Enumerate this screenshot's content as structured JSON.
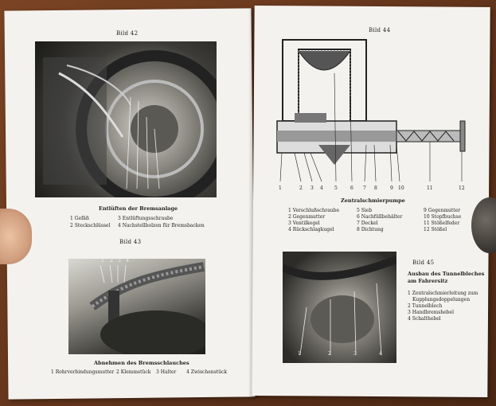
{
  "left_page": {
    "fig42_label": "Bild 42",
    "fig42_caption": "Entlüften der Bremsanlage",
    "fig42_legend": [
      "1 Gefäß",
      "2 Steckschlüssel",
      "3 Entlüftungsschraube",
      "4 Nachstellbolzen für Bremsbacken"
    ],
    "fig43_label": "Bild 43",
    "fig43_caption": "Abnehmen des Bremsschlauches",
    "fig43_legend": [
      "1 Rohrverbindungsmutter",
      "2 Klemmstück",
      "3 Halter",
      "4 Zwischenstück"
    ],
    "fig43_callouts": [
      "1",
      "2",
      "3",
      "4"
    ]
  },
  "right_page": {
    "fig44_label": "Bild 44",
    "fig44_caption": "Zentralschmierpumpe",
    "fig44_numbers": [
      "1",
      "2",
      "3",
      "4",
      "5",
      "6",
      "7",
      "8",
      "9",
      "10",
      "11",
      "12"
    ],
    "fig44_legend_col1": [
      "1 Verschlußschraube",
      "2 Gegenmutter",
      "3 Ventilkegel",
      "4 Rückschlagkugel"
    ],
    "fig44_legend_col2": [
      "5 Sieb",
      "6 Nachfüllbehälter",
      "7 Deckel",
      "8 Dichtung"
    ],
    "fig44_legend_col3": [
      "9 Gegenmutter",
      "10 Stopfbuchse",
      "11 Stößelfeder",
      "12 Stößel"
    ],
    "fig45_label": "Bild 45",
    "fig45_caption_line1": "Ausbau des Tunnelbleches",
    "fig45_caption_line2": "am Fahrersitz",
    "fig45_legend": [
      "1 Zentralschmierleitung zum",
      "Kupplungsdoppelungen",
      "2 Tunnelblech",
      "3 Handbremshebel",
      "4 Schalthebel"
    ],
    "fig45_callouts": [
      "1",
      "2",
      "3",
      "4"
    ]
  }
}
